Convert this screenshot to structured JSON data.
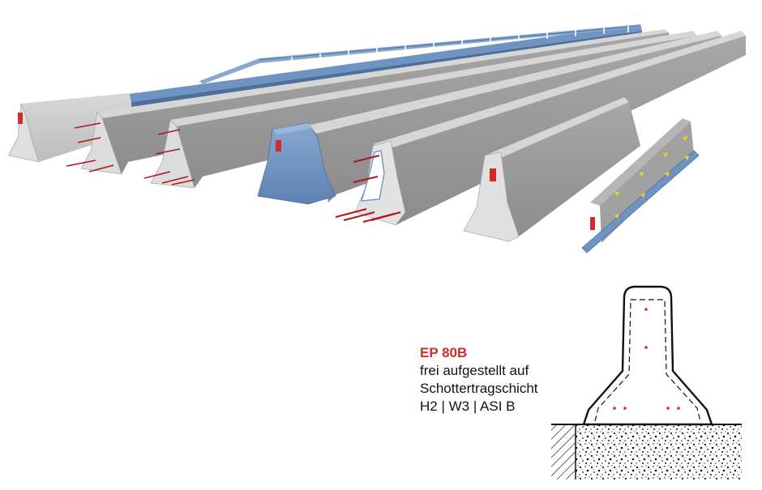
{
  "caption": {
    "title": "EP 80B",
    "lines": [
      "frei aufgestellt auf",
      "Schottertragschicht",
      "H2 | W3 | ASI B"
    ]
  },
  "colors": {
    "concrete": "#c4c4c4",
    "concrete_top": "#d2d2d2",
    "concrete_dark": "#9a9a9a",
    "steel_blue": "#6f94c2",
    "steel_blue_dark": "#4d6f9c",
    "accent_red": "#d22b2b",
    "rebar": "#b01818",
    "arrow_yellow": "#f2d21a"
  }
}
